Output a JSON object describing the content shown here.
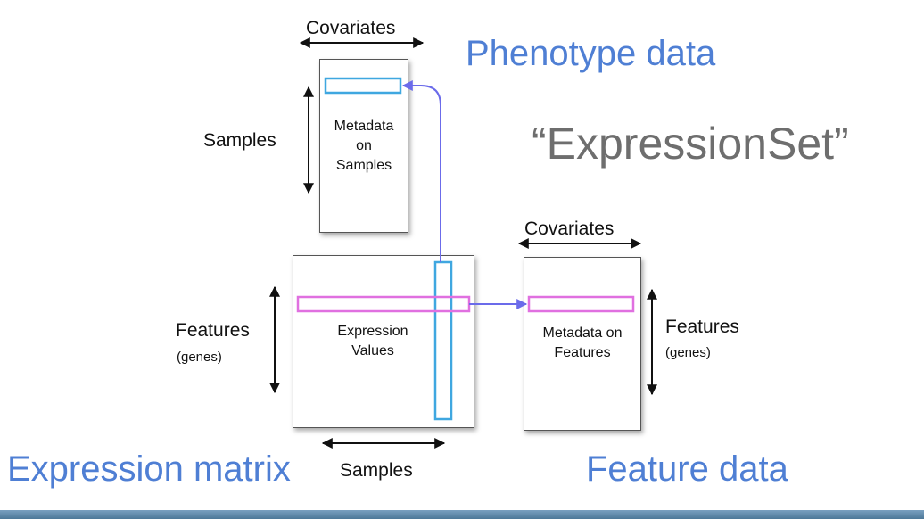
{
  "title": "“ExpressionSet”",
  "headings": {
    "phenotype": "Phenotype data",
    "expression": "Expression matrix",
    "feature": "Feature data"
  },
  "phenotype_box": {
    "top_label": "Covariates",
    "side_label": "Samples",
    "content": [
      "Metadata",
      "on",
      "Samples"
    ]
  },
  "expression_box": {
    "side_label": "Features",
    "side_sublabel": "(genes)",
    "bottom_label": "Samples",
    "content": [
      "Expression",
      "Values"
    ]
  },
  "feature_box": {
    "top_label": "Covariates",
    "side_label": "Features",
    "side_sublabel": "(genes)",
    "content": [
      "Metadata on",
      "Features"
    ]
  },
  "colors": {
    "heading": "#4f7fd4",
    "title": "#6e6e6e",
    "sample_highlight": "#3fa7e0",
    "feature_highlight": "#e070e0",
    "link_arrow": "#6b6bea"
  }
}
